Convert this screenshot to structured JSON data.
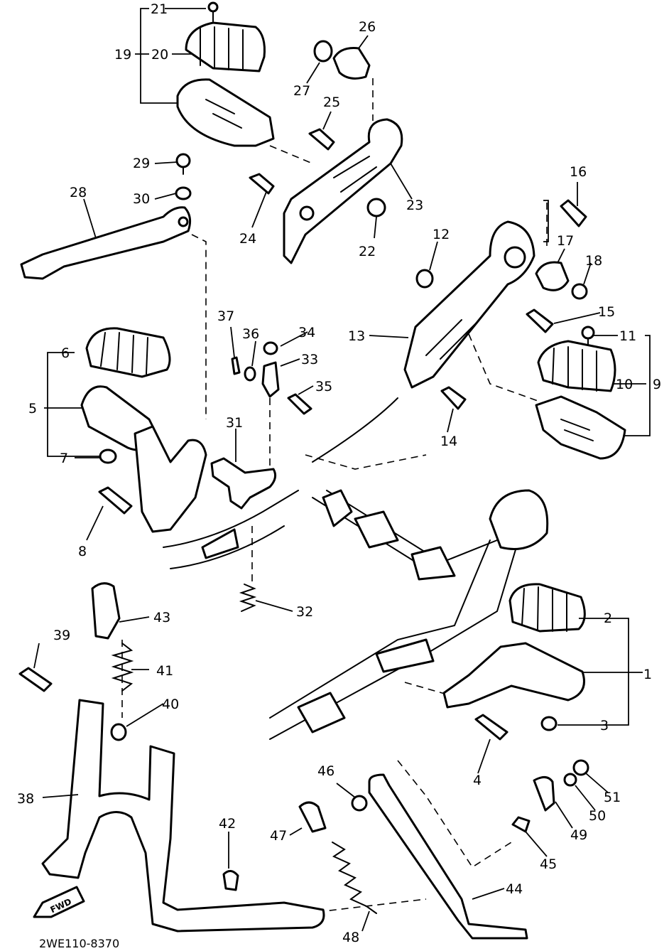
{
  "diagram": {
    "drawing_code": "2WE110-8370",
    "direction_arrow": "FWD",
    "callouts": [
      "1",
      "2",
      "3",
      "4",
      "5",
      "6",
      "7",
      "8",
      "9",
      "10",
      "11",
      "12",
      "13",
      "14",
      "15",
      "16",
      "17",
      "18",
      "19",
      "20",
      "21",
      "22",
      "23",
      "24",
      "25",
      "26",
      "27",
      "28",
      "29",
      "30",
      "31",
      "32",
      "33",
      "34",
      "35",
      "36",
      "37",
      "38",
      "39",
      "40",
      "41",
      "42",
      "43",
      "44",
      "45",
      "46",
      "47",
      "48",
      "49",
      "50",
      "51"
    ]
  }
}
